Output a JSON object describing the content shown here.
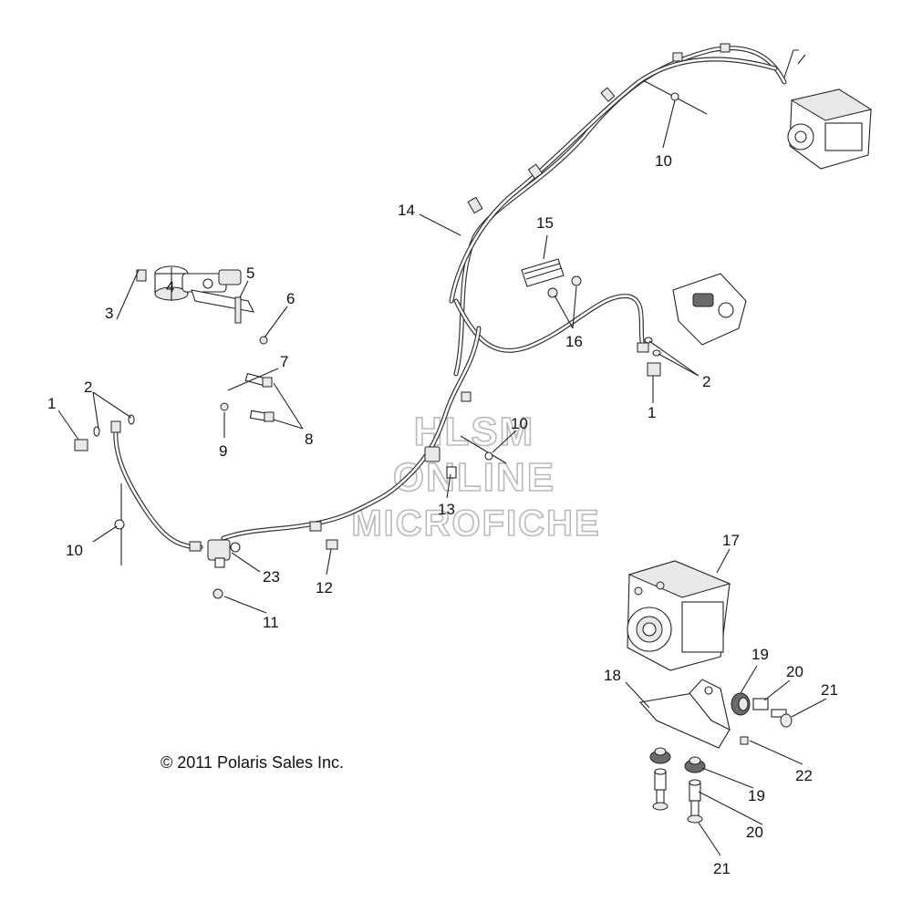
{
  "copyright": "© 2011 Polaris Sales Inc.",
  "watermark": {
    "line1": "HLSM",
    "line2": "ONLINE",
    "line3": "MICROFICHE"
  },
  "callouts": {
    "c1a": "1",
    "c1b": "1",
    "c2a": "2",
    "c2b": "2",
    "c3": "3",
    "c4": "4",
    "c5": "5",
    "c6": "6",
    "c7": "7",
    "c8": "8",
    "c9": "9",
    "c10a": "10",
    "c10b": "10",
    "c10c": "10",
    "c11": "11",
    "c12": "12",
    "c13": "13",
    "c14": "14",
    "c15": "15",
    "c16": "16",
    "c17": "17",
    "c18": "18",
    "c19a": "19",
    "c19b": "19",
    "c20a": "20",
    "c20b": "20",
    "c21a": "21",
    "c21b": "21",
    "c22": "22",
    "c23": "23"
  }
}
